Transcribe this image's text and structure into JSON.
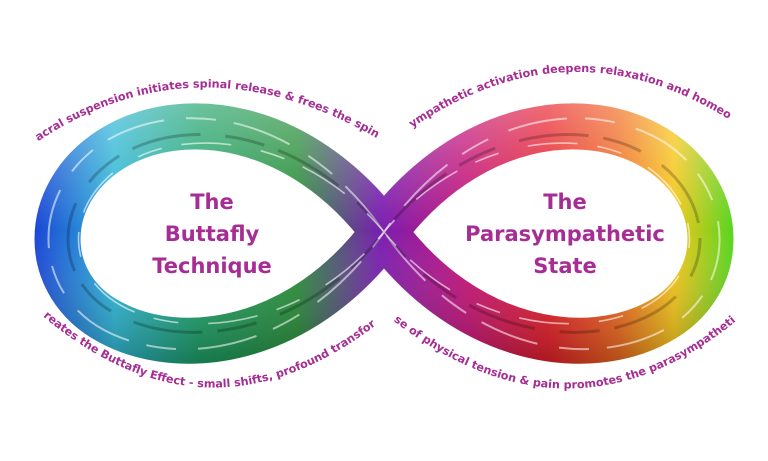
{
  "colors": {
    "text": "#a52d94",
    "background": "#ffffff",
    "spectrum": [
      "#1a3fd6",
      "#2fb7d6",
      "#1fa36b",
      "#2a8f3a",
      "#7a1fb0",
      "#c2147a",
      "#e8202a",
      "#f06a20",
      "#f5c61a",
      "#5fd41f"
    ]
  },
  "left_loop": {
    "title_lines": [
      "The",
      "Buttafly",
      "Technique"
    ]
  },
  "right_loop": {
    "title_lines": [
      "The",
      "Parasympathetic",
      "State"
    ]
  },
  "arcs": {
    "top_left": "Gentle sacral suspension initiates spinal release & frees the spinal nerves",
    "top_right": "Parasympathetic activation deepens relaxation and homeostasis",
    "bottom_left": "This creates the Buttafly Effect - small shifts, profound transformation",
    "bottom_right": "The ease of physical tension & pain promotes the parasympathetic state"
  }
}
